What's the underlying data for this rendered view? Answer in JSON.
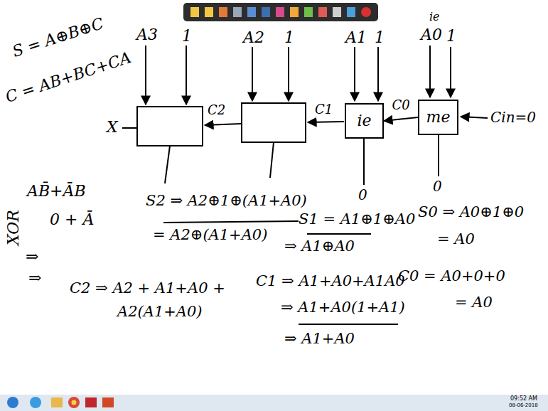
{
  "diagram": {
    "nodes": [
      {
        "text": [
          "ie"
        ]
      },
      {
        "text": [
          "me"
        ]
      }
    ],
    "edges": [
      {
        "from": 1,
        "to": 0,
        "arrow": "to",
        "label": "C0"
      }
    ],
    "labels": [
      "S = A⊕B⊕C",
      "C = AB+BC+CA",
      "A3",
      "1",
      "A2",
      "1",
      "A1",
      "1",
      "ie",
      "A0",
      "1",
      "Cin=0",
      "C2",
      "C1",
      "X",
      "0",
      "0",
      "XOR",
      "AB̄+ĀB",
      "0 + Ā",
      "⇒",
      "⇒",
      "S2 ⇒ A2⊕1⊕(A1+A0)",
      "= A2⊕(A1+A0)",
      "C2 ⇒ A2 + A1+A0 +",
      "A2(A1+A0)",
      "S1 = A1⊕1⊕A0",
      "⇒ A1⊕A0",
      "S0 ⇒ A0⊕1⊕0",
      "= A0",
      "C0 = A0+0+0",
      "= A0",
      "C1 ⇒ A1+A0+A1A0",
      "⇒ A1+A0(1+A1)",
      "⇒ A1+A0",
      "09:52 AM",
      "08-06-2018"
    ]
  }
}
